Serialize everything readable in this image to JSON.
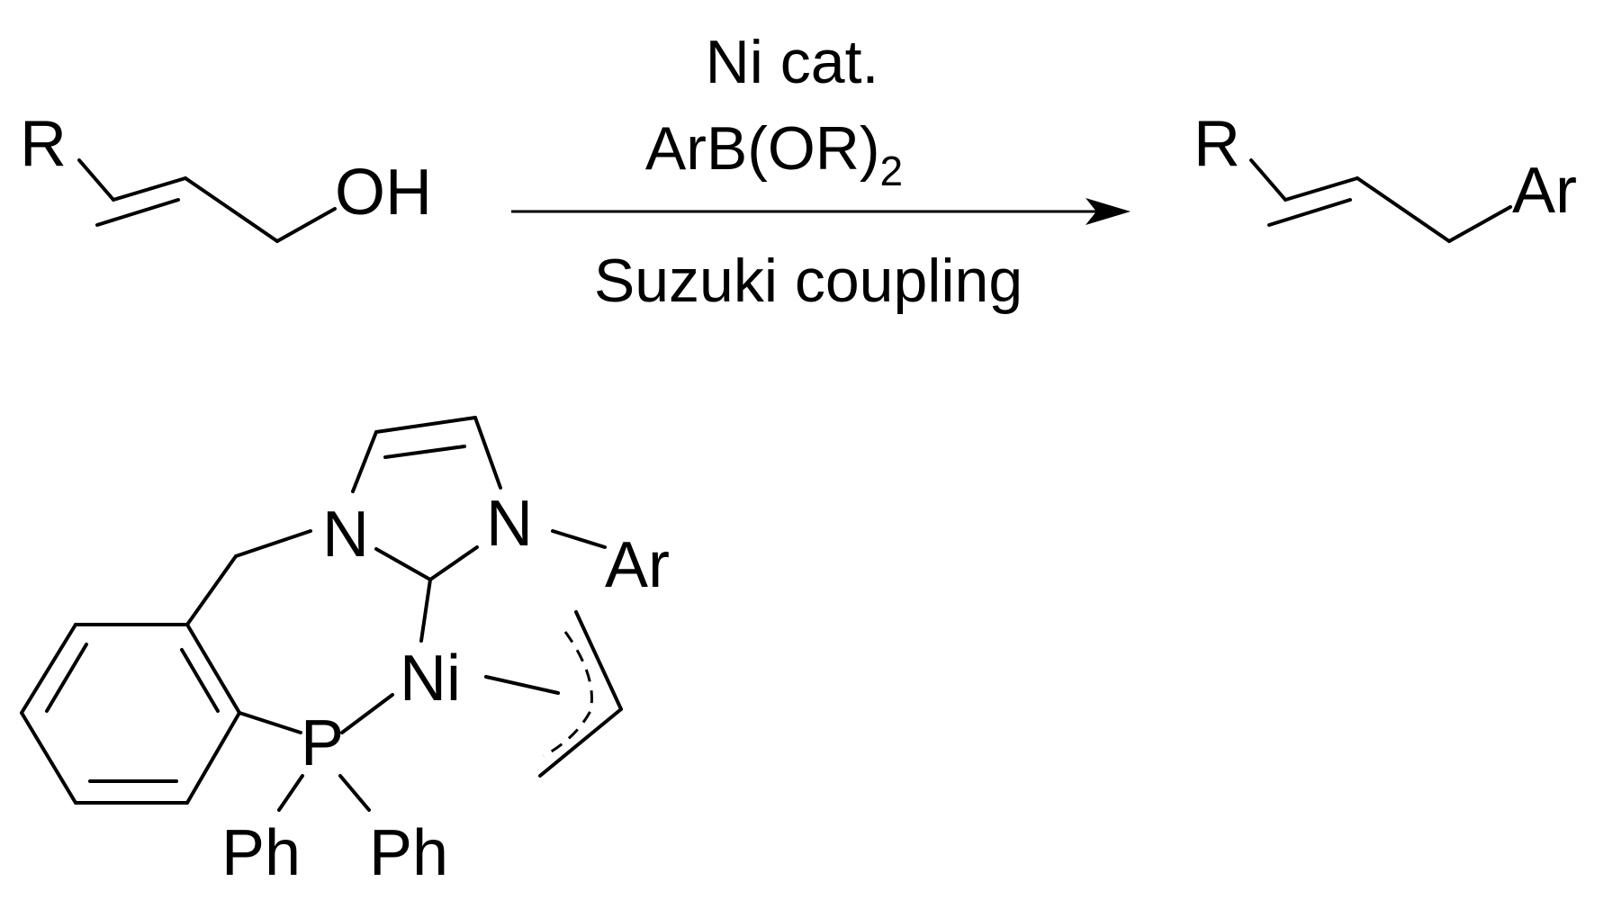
{
  "reactant": {
    "substituent_label": "R",
    "hydroxyl_label": "OH"
  },
  "conditions": {
    "catalyst": "Ni cat.",
    "reagent": "ArB(OR)",
    "reagent_subscript": "2",
    "reaction_name": "Suzuki coupling"
  },
  "product": {
    "substituent_label": "R",
    "aryl_label": "Ar"
  },
  "catalyst_structure": {
    "nitrogen_left": "N",
    "nitrogen_right": "N",
    "n_aryl": "Ar",
    "metal": "Ni",
    "phosphorus": "P",
    "phenyl_1": "Ph",
    "phenyl_2": "Ph"
  },
  "colors": {
    "ink": "#000000",
    "background": "#ffffff"
  }
}
